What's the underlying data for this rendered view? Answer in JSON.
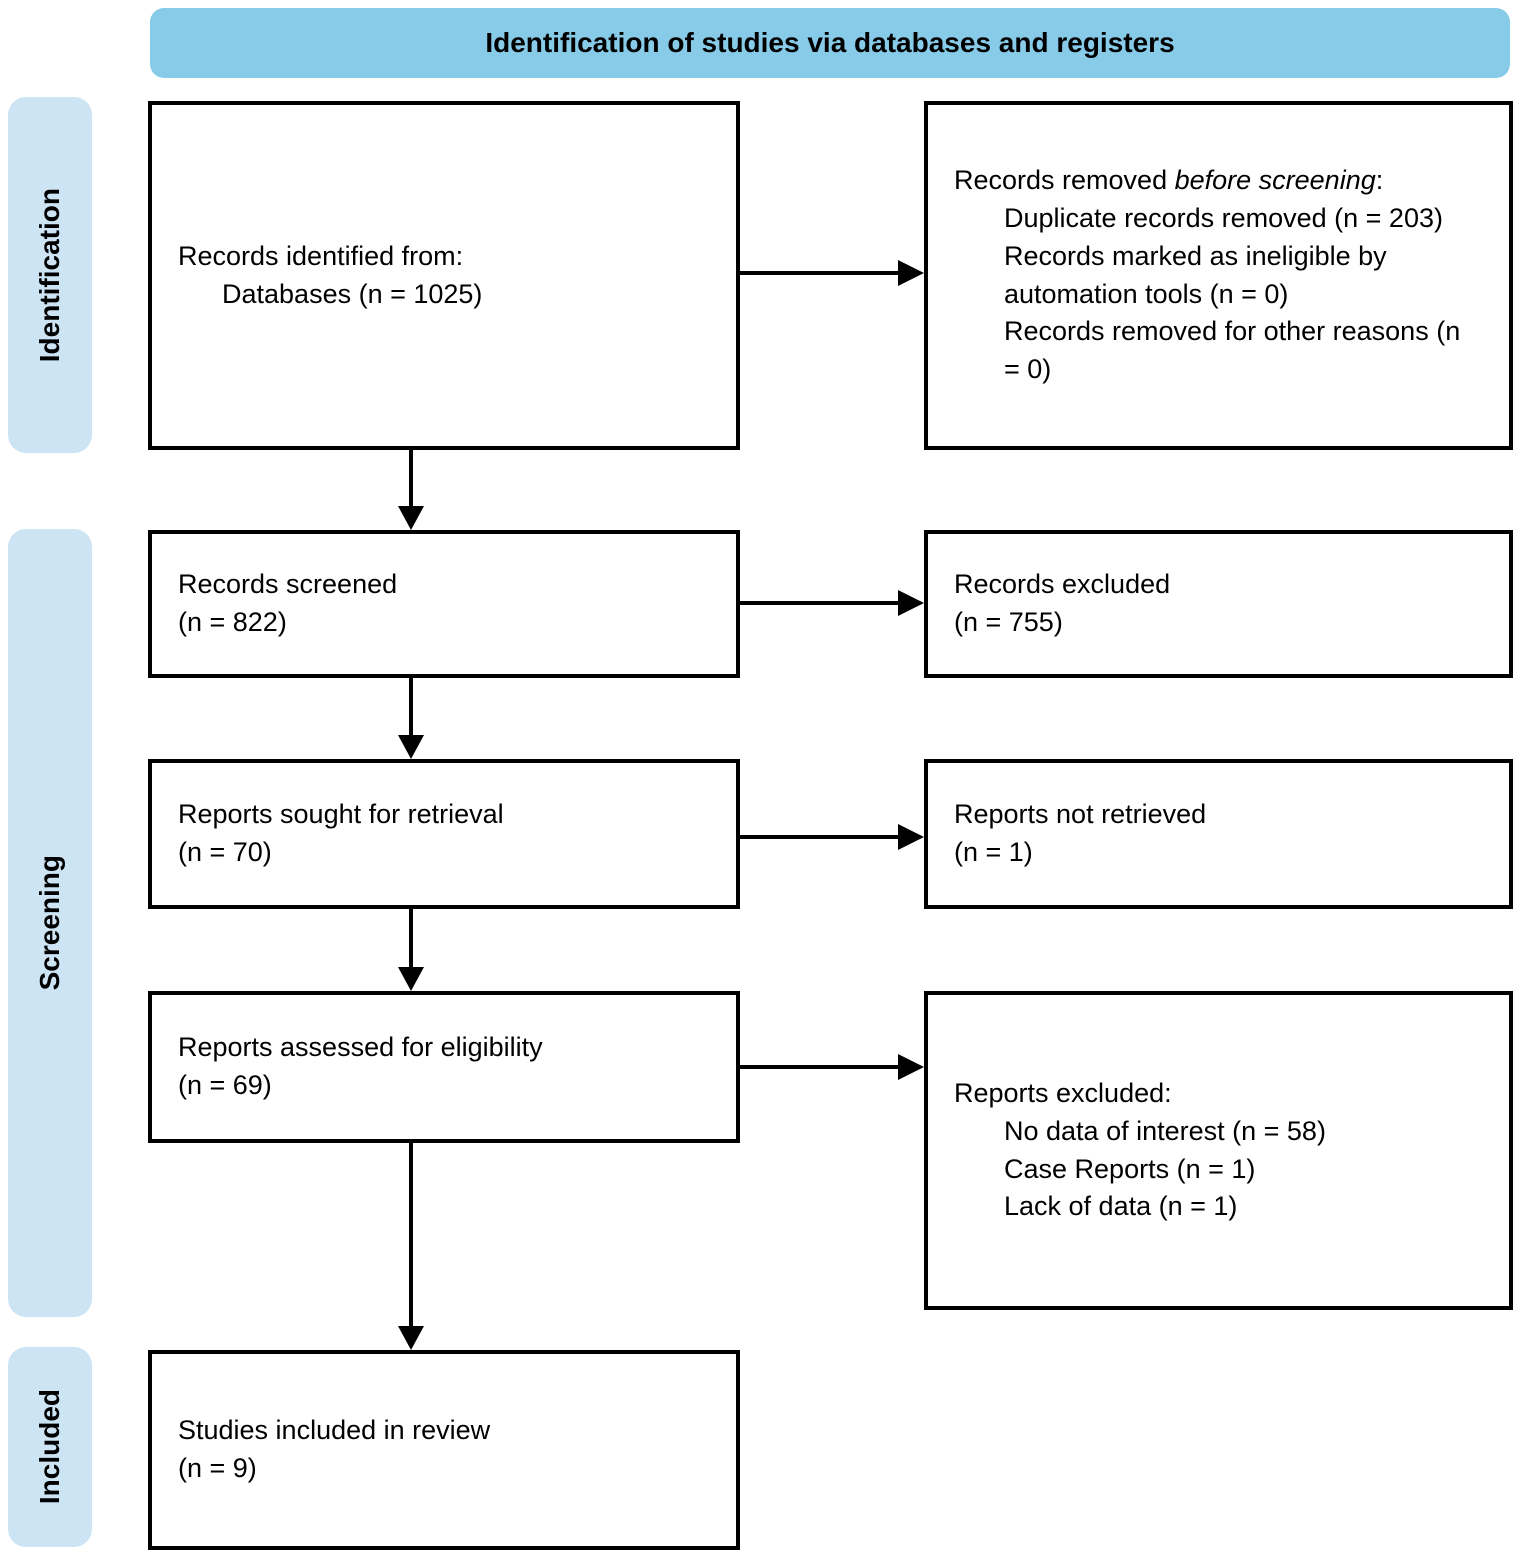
{
  "colors": {
    "header_bg": "#87CBE9",
    "stage_bg": "#CDE4F4",
    "box_border": "#000000",
    "arrow": "#000000",
    "text": "#000000"
  },
  "header": {
    "title": "Identification of studies via databases and registers"
  },
  "stages": {
    "identification": "Identification",
    "screening": "Screening",
    "included": "Included"
  },
  "flow": {
    "records_identified": {
      "line1": "Records identified from:",
      "line2": "Databases (n = 1025)"
    },
    "records_removed": {
      "prefix": "Records removed ",
      "italic": "before screening",
      "suffix": ":",
      "items": [
        "Duplicate records removed (n = 203)",
        "Records marked as ineligible by automation tools (n = 0)",
        "Records removed for other reasons (n = 0)"
      ]
    },
    "records_screened": {
      "line1": "Records screened",
      "line2": "(n = 822)"
    },
    "records_excluded": {
      "line1": "Records excluded",
      "line2": "(n = 755)"
    },
    "reports_sought": {
      "line1": "Reports sought for retrieval",
      "line2": "(n = 70)"
    },
    "reports_not_retrieved": {
      "line1": "Reports not retrieved",
      "line2": "(n = 1)"
    },
    "reports_assessed": {
      "line1": "Reports assessed for eligibility",
      "line2": "(n = 69)"
    },
    "reports_excluded": {
      "title": "Reports excluded:",
      "items": [
        "No data of interest (n = 58)",
        "Case Reports (n = 1)",
        "Lack of data (n = 1)"
      ]
    },
    "studies_included": {
      "line1": "Studies included in review",
      "line2": "(n = 9)"
    }
  }
}
